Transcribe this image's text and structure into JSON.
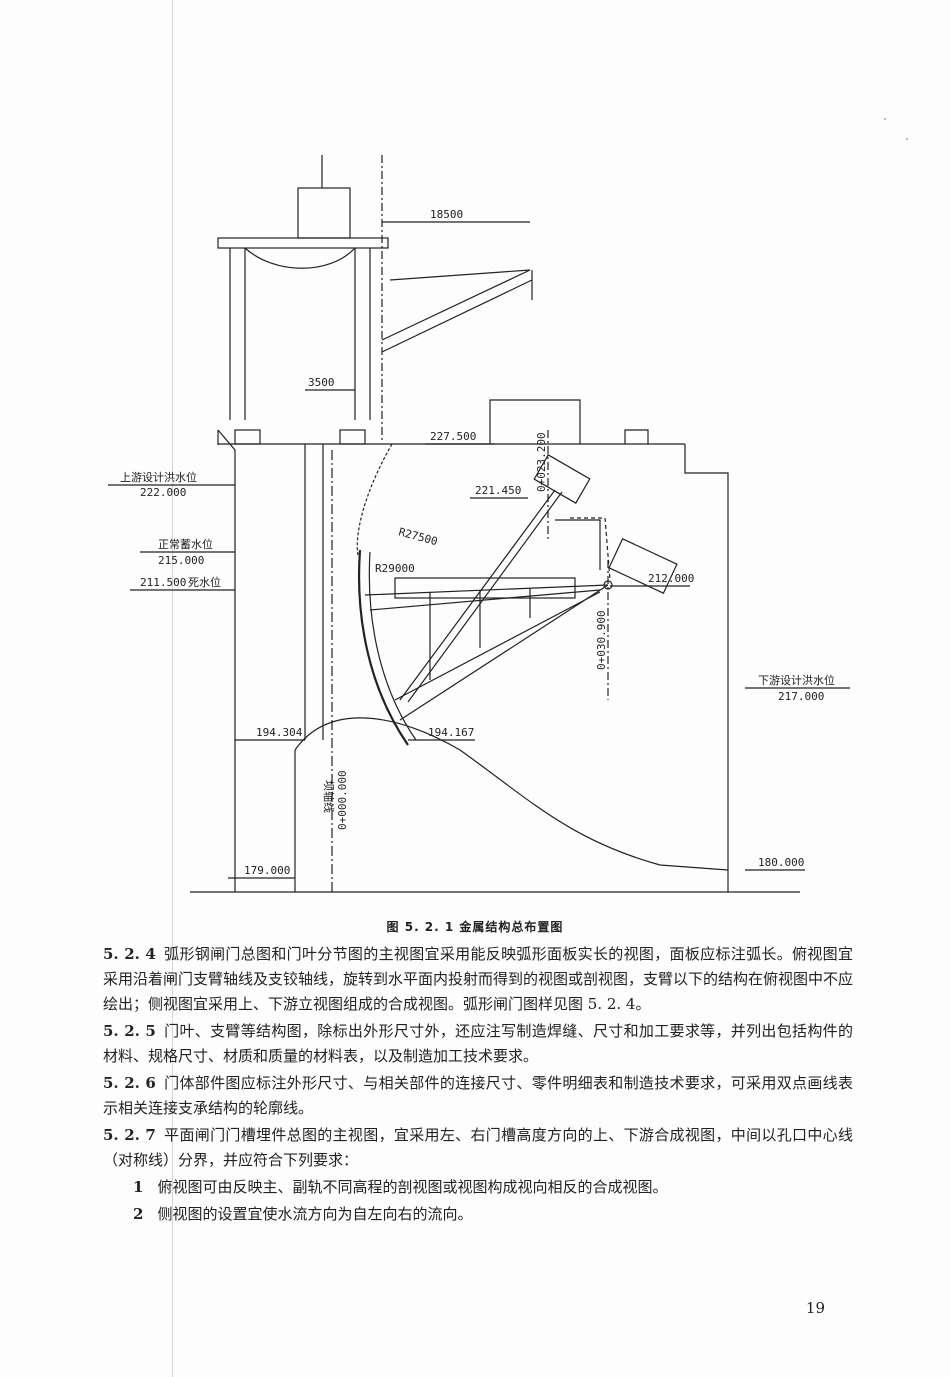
{
  "figure": {
    "caption": "图 5. 2. 1   金属结构总布置图",
    "dims": {
      "d18500": "18500",
      "d3500": "3500",
      "r27500": "R27500",
      "r29000": "R29000"
    },
    "elevations": {
      "e227": "227.500",
      "e221": "221.450",
      "e212": "212.000",
      "e194a": "194.304",
      "e194b": "194.167",
      "e179": "179.000",
      "e180": "180.000"
    },
    "water_levels": {
      "upstream_flood_label": "上游设计洪水位",
      "upstream_flood_value": "222.000",
      "normal_label": "正常蓄水位",
      "normal_value": "215.000",
      "dead_label": "死水位",
      "dead_value": "211.500",
      "downstream_flood_label": "下游设计洪水位",
      "downstream_flood_value": "217.000"
    },
    "stations": {
      "s023": "0+023.200",
      "s030": "0+030.900",
      "s000": "0+000.000"
    },
    "dam_axis_label": "坝轴线"
  },
  "body": {
    "p524_num": "5. 2. 4",
    "p524_text": "弧形钢闸门总图和门叶分节图的主视图宜采用能反映弧形面板实长的视图，面板应标注弧长。俯视图宜采用沿着闸门支臂轴线及支铰轴线，旋转到水平面内投射而得到的视图或剖视图，支臂以下的结构在俯视图中不应绘出；侧视图宜采用上、下游立视图组成的合成视图。弧形闸门图样见图 5. 2. 4。",
    "p525_num": "5. 2. 5",
    "p525_text": "门叶、支臂等结构图，除标出外形尺寸外，还应注写制造焊缝、尺寸和加工要求等，并列出包括构件的材料、规格尺寸、材质和质量的材料表，以及制造加工技术要求。",
    "p526_num": "5. 2. 6",
    "p526_text": "门体部件图应标注外形尺寸、与相关部件的连接尺寸、零件明细表和制造技术要求，可采用双点画线表示相关连接支承结构的轮廓线。",
    "p527_num": "5. 2. 7",
    "p527_text": "平面闸门门槽埋件总图的主视图，宜采用左、右门槽高度方向的上、下游合成视图，中间以孔口中心线（对称线）分界，并应符合下列要求：",
    "item1_num": "1",
    "item1_text": "俯视图可由反映主、副轨不同高程的剖视图或视图构成视向相反的合成视图。",
    "item2_num": "2",
    "item2_text": "侧视图的设置宜使水流方向为自左向右的流向。"
  },
  "page_number": "19"
}
